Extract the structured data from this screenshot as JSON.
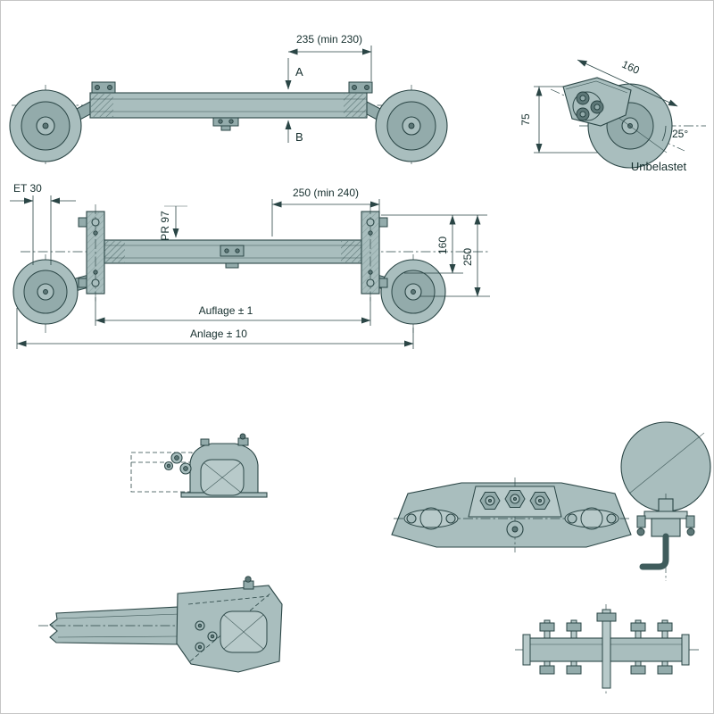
{
  "colors": {
    "line": "#2a4545",
    "fill": "#a9bebe",
    "fill_mid": "#93abab",
    "fill_light": "#b8caca",
    "background": "#ffffff"
  },
  "top_view": {
    "dim_width": "235 (min 230)",
    "section_a": "A",
    "section_b": "B"
  },
  "hub_detail": {
    "dim_length": "160",
    "dim_height": "75",
    "dim_angle": "25°",
    "caption": "Unbelastet"
  },
  "main_view": {
    "dim_width": "250 (min 240)",
    "dim_pr": "PR 97",
    "dim_et": "ET 30",
    "dim_v160": "160",
    "dim_v250": "250",
    "dim_auflage": "Auflage ± 1",
    "dim_anlage": "Anlage ± 10"
  }
}
